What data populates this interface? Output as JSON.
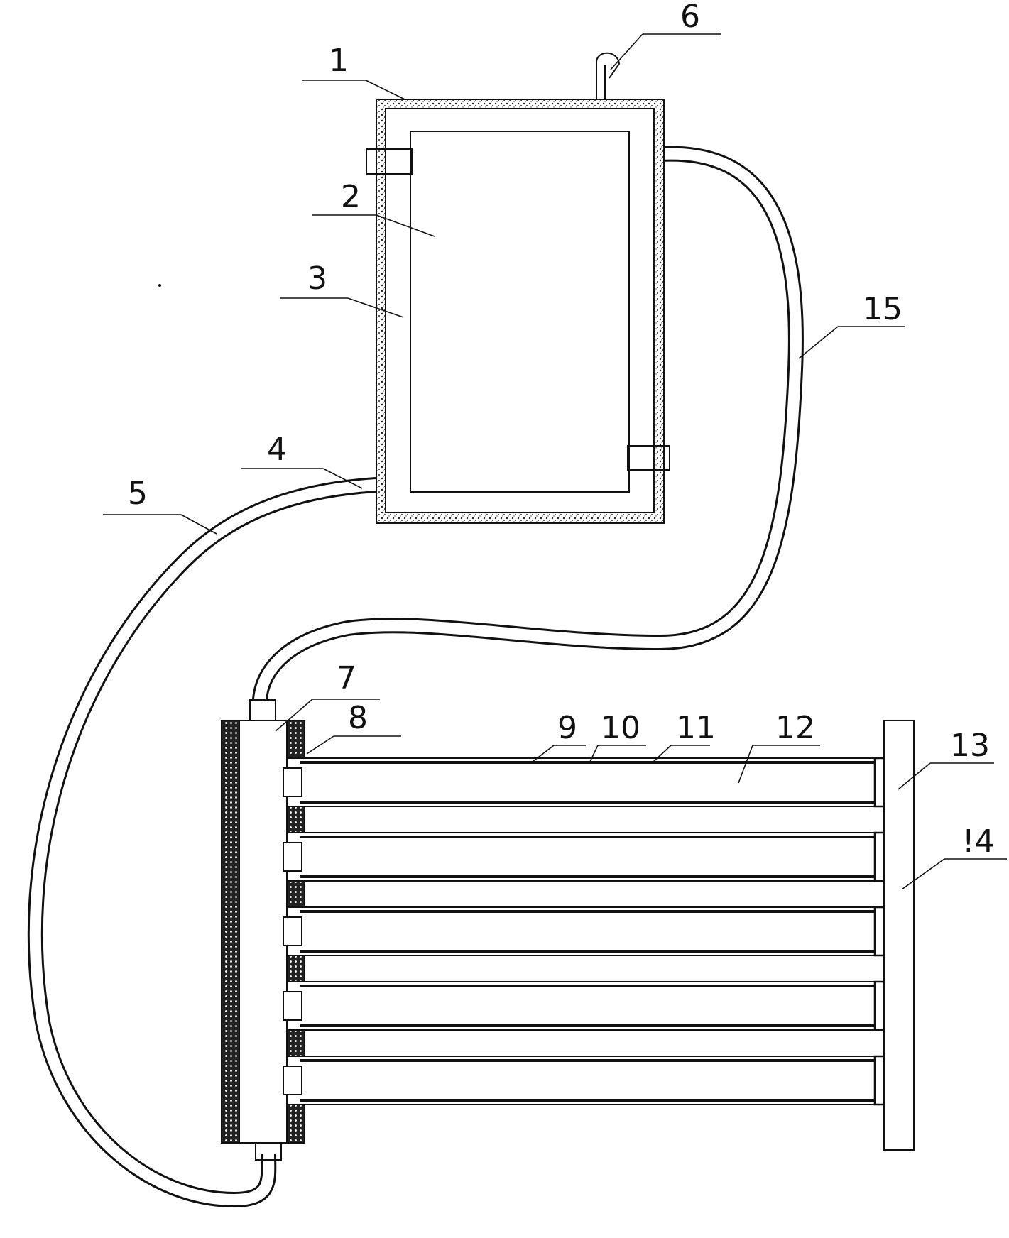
{
  "labels": {
    "l1": "1",
    "l2": "2",
    "l3": "3",
    "l4": "4",
    "l5": "5",
    "l6": "6",
    "l7": "7",
    "l8": "8",
    "l9": "9",
    "l10": "10",
    "l11": "11",
    "l12": "12",
    "l13": "13",
    "l14": "!4",
    "l15": "15"
  },
  "tube_count": 5
}
